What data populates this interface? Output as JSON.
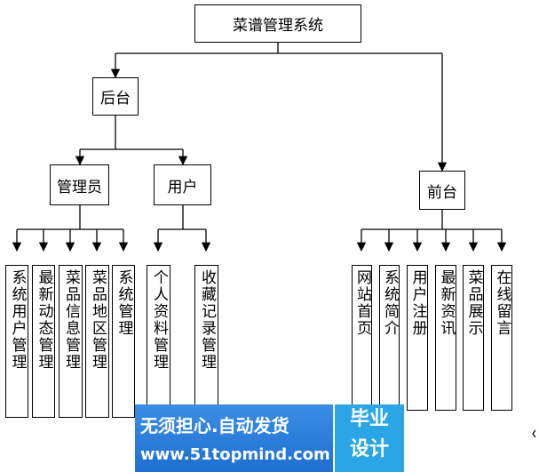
{
  "root": "菜谱管理系统",
  "backend": {
    "label": "后台",
    "admin": {
      "label": "管理员",
      "items": [
        "系统用户管理",
        "最新动态管理",
        "菜品信息管理",
        "菜品地区管理",
        "系统管理"
      ]
    },
    "user": {
      "label": "用户",
      "items": [
        "个人资料管理",
        "收藏记录管理"
      ]
    }
  },
  "frontend": {
    "label": "前台",
    "items": [
      "网站首页",
      "系统简介",
      "用户注册",
      "最新资讯",
      "菜品展示",
      "在线留言"
    ]
  },
  "watermark": {
    "slogan": "无须担心.自动发货",
    "url": "www.51topmind.com",
    "badge_line1": "毕业",
    "badge_line2": "设计"
  }
}
